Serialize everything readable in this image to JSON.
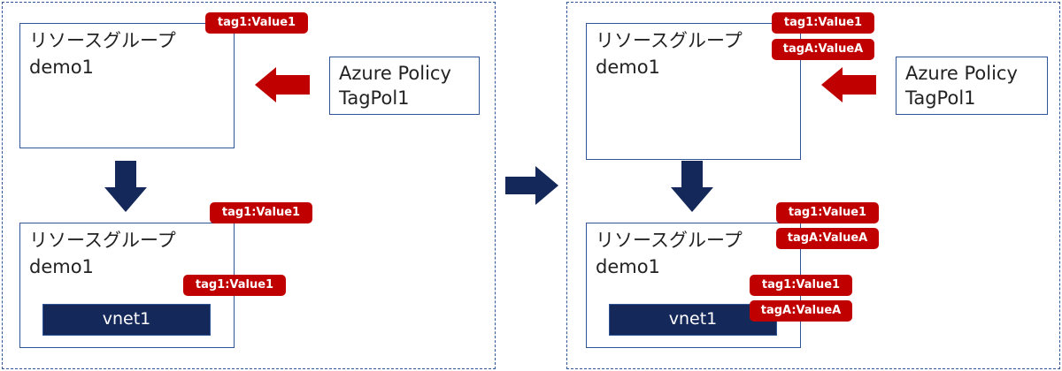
{
  "left": {
    "rg_top": {
      "line1": "リソースグループ",
      "line2": "demo1",
      "tags": [
        "tag1:Value1"
      ]
    },
    "policy": {
      "line1": "Azure Policy",
      "line2": "TagPol1"
    },
    "rg_bottom": {
      "line1": "リソースグループ",
      "line2": "demo1",
      "tags": [
        "tag1:Value1"
      ]
    },
    "vnet": {
      "label": "vnet1",
      "tags": [
        "tag1:Value1"
      ]
    }
  },
  "right": {
    "rg_top": {
      "line1": "リソースグループ",
      "line2": "demo1",
      "tags": [
        "tag1:Value1",
        "tagA:ValueA"
      ]
    },
    "policy": {
      "line1": "Azure Policy",
      "line2": "TagPol1"
    },
    "rg_bottom": {
      "line1": "リソースグループ",
      "line2": "demo1",
      "tags": [
        "tag1:Value1",
        "tagA:ValueA"
      ]
    },
    "vnet": {
      "label": "vnet1",
      "tags": [
        "tag1:Value1",
        "tagA:ValueA"
      ]
    }
  },
  "colors": {
    "tag_red": "#c00000",
    "arrow_red": "#c00000",
    "arrow_navy": "#14285a",
    "border_blue": "#2f5597"
  },
  "icons": {
    "policy_arrow": "arrow-left-icon",
    "inherit_arrow": "arrow-down-icon",
    "transition_arrow": "arrow-right-icon"
  }
}
